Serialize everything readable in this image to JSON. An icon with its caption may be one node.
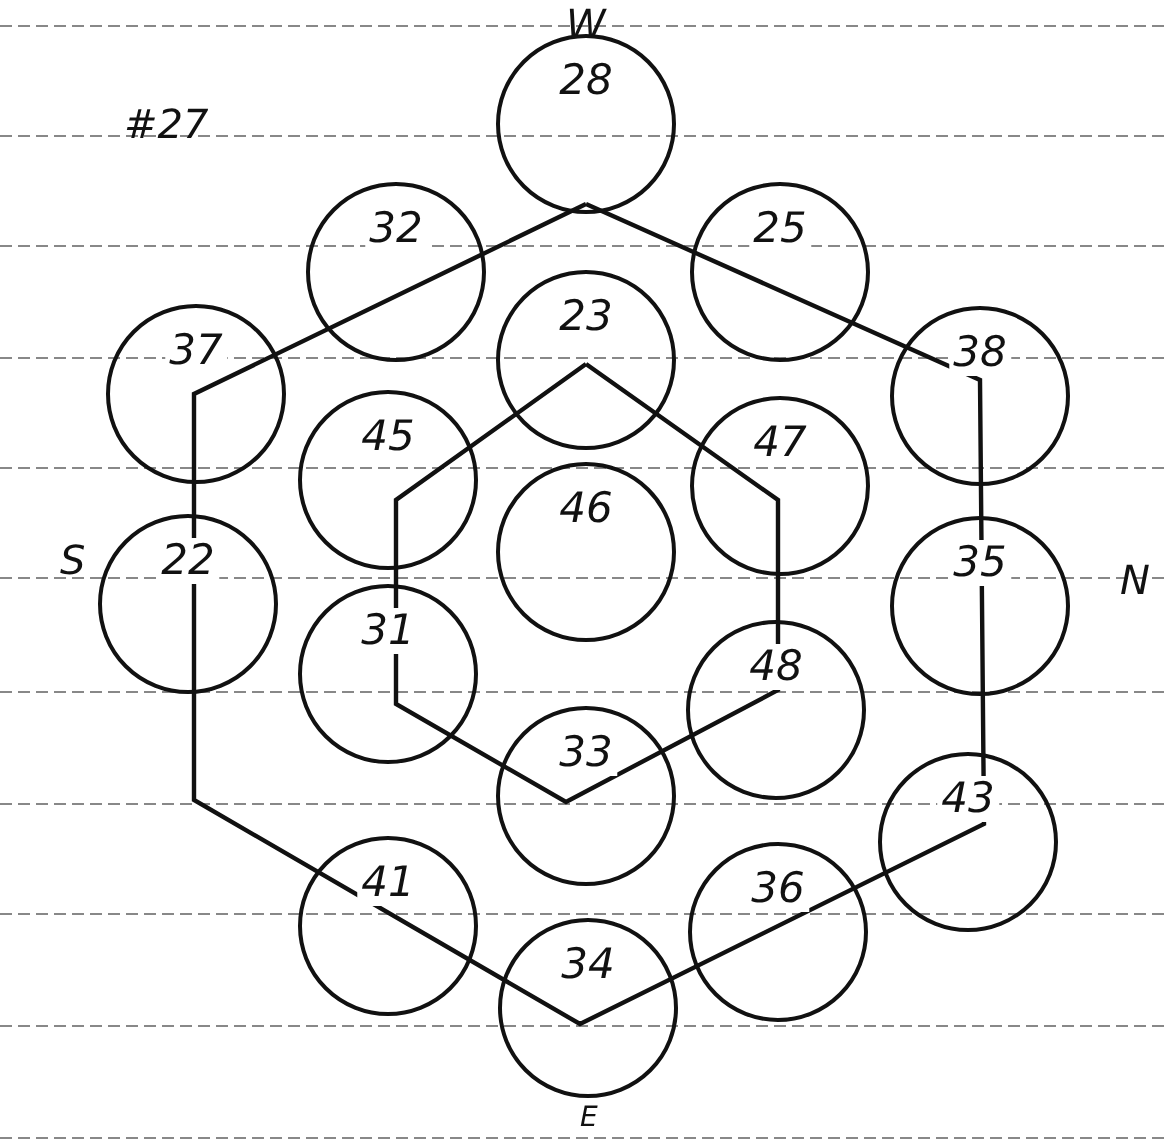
{
  "diagram": {
    "nodes": [
      {
        "text": [
          "28"
        ]
      },
      {
        "text": [
          "32"
        ]
      },
      {
        "text": [
          "25"
        ]
      },
      {
        "text": [
          "37"
        ]
      },
      {
        "text": [
          "23"
        ]
      },
      {
        "text": [
          "38"
        ]
      },
      {
        "text": [
          "45"
        ]
      },
      {
        "text": [
          "47"
        ]
      },
      {
        "text": [
          "22"
        ]
      },
      {
        "text": [
          "46"
        ]
      },
      {
        "text": [
          "35"
        ]
      },
      {
        "text": [
          "31"
        ]
      },
      {
        "text": [
          "48"
        ]
      },
      {
        "text": [
          "33"
        ]
      },
      {
        "text": [
          "43"
        ]
      },
      {
        "text": [
          "41"
        ]
      },
      {
        "text": [
          "36"
        ]
      },
      {
        "text": [
          "34"
        ]
      }
    ],
    "labels": [
      "W",
      "#27",
      "S",
      "N",
      "E"
    ]
  }
}
